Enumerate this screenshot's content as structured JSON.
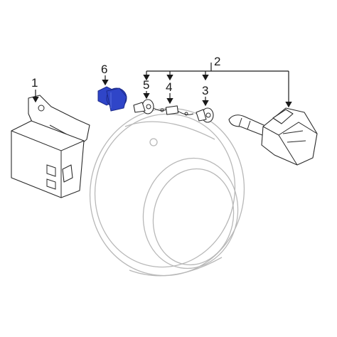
{
  "callouts": [
    {
      "id": "1",
      "label": "1"
    },
    {
      "id": "2",
      "label": "2"
    },
    {
      "id": "3",
      "label": "3"
    },
    {
      "id": "4",
      "label": "4"
    },
    {
      "id": "5",
      "label": "5"
    },
    {
      "id": "6",
      "label": "6"
    }
  ],
  "colors": {
    "highlight": "#2f45c8",
    "line": "#1a1a1a",
    "faint": "#b8b8b8"
  }
}
